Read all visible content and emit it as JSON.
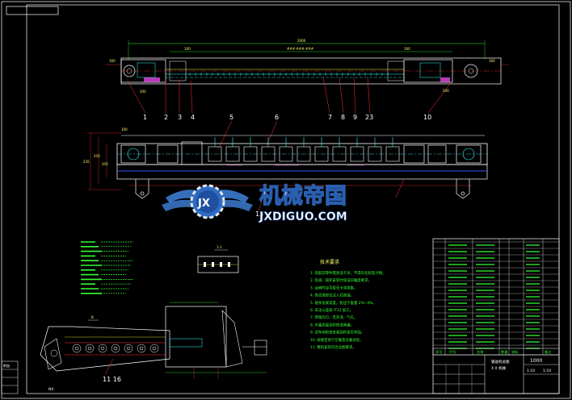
{
  "drawing": {
    "top_overall_dim": "2000",
    "top_center_dim": "###-###-###",
    "side_dims": [
      "235",
      "250",
      "350",
      "100"
    ],
    "callouts_top": [
      "1",
      "2",
      "3",
      "4",
      "5",
      "6",
      "7",
      "8",
      "9",
      "23",
      "10"
    ],
    "callout_mid": "13",
    "section_mark": "1-1",
    "view_mark_b": "B",
    "bottom_callout": "11   16",
    "notes_title": "技术要求",
    "notes": [
      "1. 装配前零件需清洗干净，不得有毛刺及污物。",
      "2. 轨道、链轮安装时保证同轴度要求。",
      "3. 运转时应平稳无卡滞现象。",
      "4. 各润滑部位注入润滑油。",
      "5. 链条张紧适度，松边下垂量 2%~4%。",
      "6. 未注公差按 IT12 加工。",
      "7. 焊缝均匀，无夹渣、气孔。",
      "8. 外露表面涂防锈漆两遍。",
      "9. 试车前检查各紧固件是否牢固。",
      "10. 按规定进行空载及负载试验。",
      "11. 整机安装符合总图要求。"
    ]
  },
  "title_block": {
    "drawing_no": "1000",
    "title_line1": "输送机总图",
    "title_line2": "X X 机械",
    "scale": "1:10",
    "sheet": "1:10",
    "col_headers": [
      "序号",
      "代号",
      "名称",
      "数量",
      "材料",
      "备注"
    ]
  },
  "watermark": {
    "logo_letters": "JX",
    "cn_name": "机械帝国",
    "domain": "JXDIGUO.COM"
  },
  "corner": {
    "left_stamp": "附加"
  },
  "colors": {
    "background": "#000000",
    "frame": "#ffffff",
    "body": "#ffffff",
    "cyan": "#33ffff",
    "yellow": "#ffff33",
    "green": "#33ff33",
    "red": "#ff3333",
    "blue": "#3355ff",
    "magenta": "#ff55ff",
    "watermark_blue": "#3b7bd0"
  }
}
